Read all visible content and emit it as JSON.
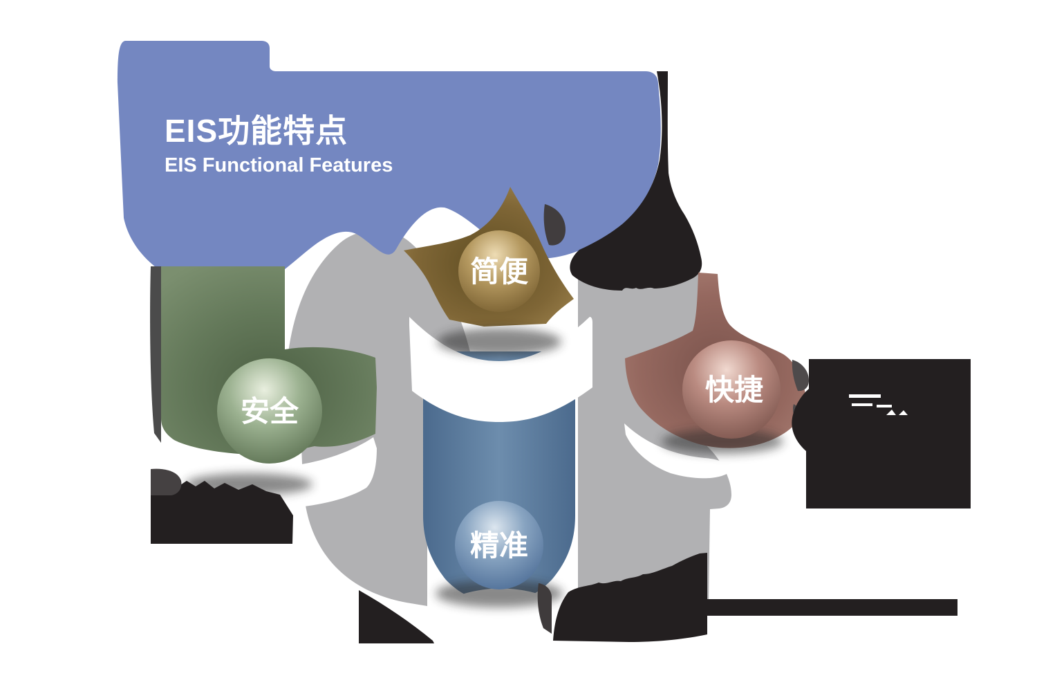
{
  "header": {
    "title": "EIS功能特点",
    "subtitle": "EIS Functional Features",
    "panel_color": "#7487c1",
    "text_color": "#ffffff"
  },
  "features": [
    {
      "label": "简便",
      "theme": "gold-brown",
      "sphere_color": "#8a6f3d"
    },
    {
      "label": "安全",
      "theme": "green",
      "sphere_color": "#6f8465"
    },
    {
      "label": "快捷",
      "theme": "rose-brown",
      "sphere_color": "#8c5f58"
    },
    {
      "label": "精准",
      "theme": "steel-blue",
      "sphere_color": "#54749a"
    }
  ],
  "palette": {
    "connector_gray": "#b1b1b3",
    "silhouette_black": "#231f20",
    "shadow_dark_gray": "#454142",
    "background": "#ffffff"
  }
}
